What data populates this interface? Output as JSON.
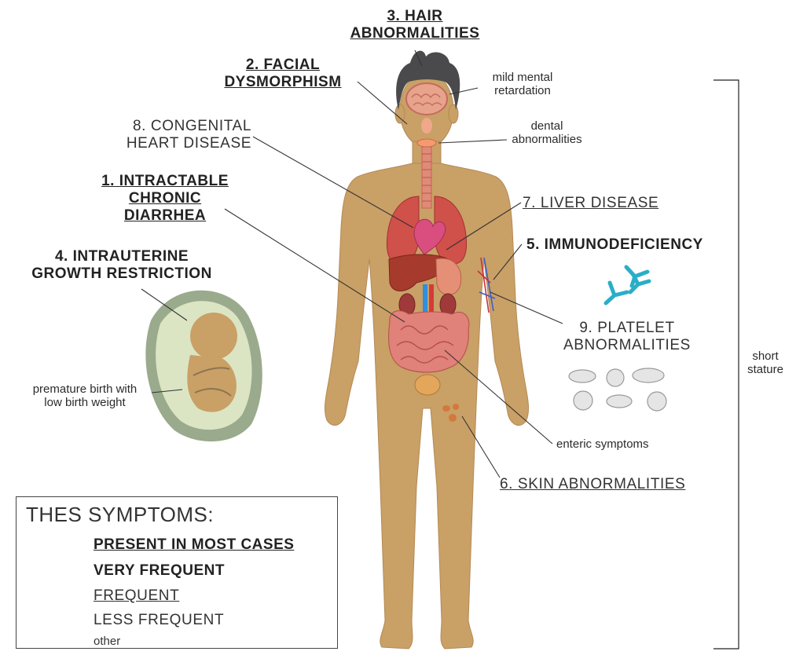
{
  "labels": {
    "hair": "3. HAIR\nABNORMALITIES",
    "facial": "2. FACIAL\nDYSMORPHISM",
    "mental": "mild mental\nretardation",
    "dental": "dental\nabnormalities",
    "heart": "8. CONGENITAL\nHEART DISEASE",
    "diarrhea": "1. INTRACTABLE\nCHRONIC\nDIARRHEA",
    "liver": "7. LIVER DISEASE",
    "iugr": "4. INTRAUTERINE\nGROWTH RESTRICTION",
    "immuno": "5. IMMUNODEFICIENCY",
    "platelet": "9. PLATELET\nABNORMALITIES",
    "premature": "premature birth with\nlow birth weight",
    "enteric": "enteric symptoms",
    "skin": "6. SKIN ABNORMALITIES",
    "stature": "short\nstature"
  },
  "legend": {
    "title": "THES SYMPTOMS:",
    "most": "PRESENT IN MOST CASES",
    "very": "VERY FREQUENT",
    "frequent": "FREQUENT",
    "less": "LESS FREQUENT",
    "other": "other"
  },
  "colors": {
    "skin": "#c9a066",
    "fetus_outer": "#9aaa8c",
    "fetus_inner": "#dbe5c4",
    "lung": "#d0504a",
    "liver": "#a63a2c",
    "intestine": "#e0817a",
    "antibody": "#2aaec8"
  }
}
